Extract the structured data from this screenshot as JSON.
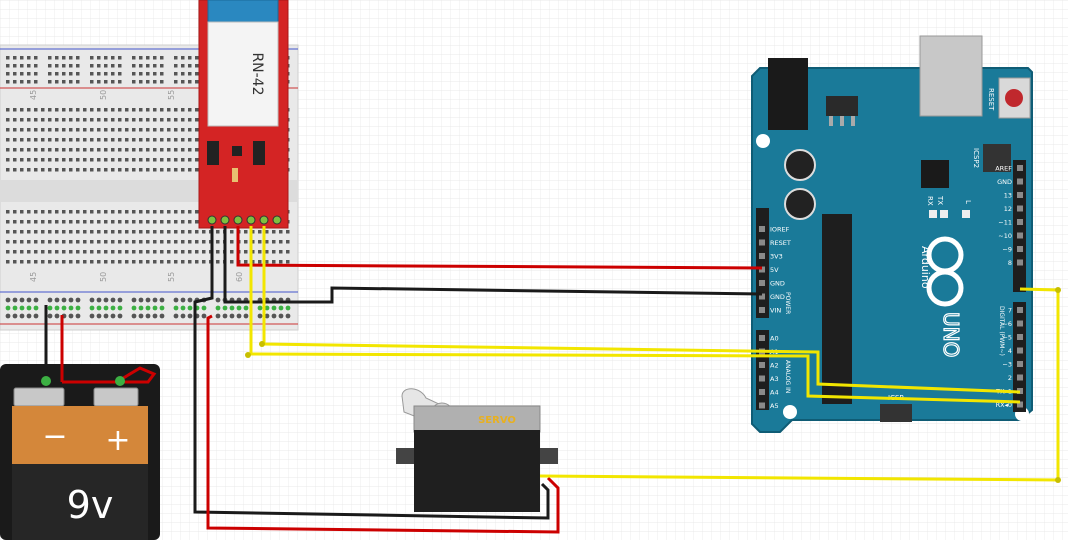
{
  "bluetooth": {
    "label": "RN-42"
  },
  "battery": {
    "minus": "−",
    "plus": "+",
    "voltage": "9v"
  },
  "servo": {
    "label": "SERVO"
  },
  "arduino": {
    "brand": "Arduino",
    "model": "UNO",
    "reset": "RESET",
    "icsp2": "ICSP2",
    "icsp": "ICSP",
    "tx": "TX",
    "rx": "RX",
    "led_l": "L",
    "power_label": "POWER",
    "analog_label": "ANALOG IN",
    "digital_label": "DIGITAL (PWM~)",
    "power_pins": [
      "IOREF",
      "RESET",
      "3V3",
      "5V",
      "GND",
      "GND",
      "VIN"
    ],
    "analog_pins": [
      "A0",
      "A1",
      "A2",
      "A3",
      "A4",
      "A5"
    ],
    "digital_top": [
      "AREF",
      "GND",
      "13",
      "12",
      "~11",
      "~10",
      "~9",
      "8"
    ],
    "digital_bottom": [
      "7",
      "~6",
      "~5",
      "4",
      "~3",
      "2",
      "TX▸1",
      "RX◂0"
    ]
  },
  "breadboard": {
    "numbers": [
      "45",
      "50",
      "55",
      "60"
    ]
  },
  "colors": {
    "red_wire": "#cc0000",
    "black_wire": "#1a1a1a",
    "yellow_wire": "#f2e600",
    "board": "#1a7a99",
    "bt": "#d42424"
  }
}
